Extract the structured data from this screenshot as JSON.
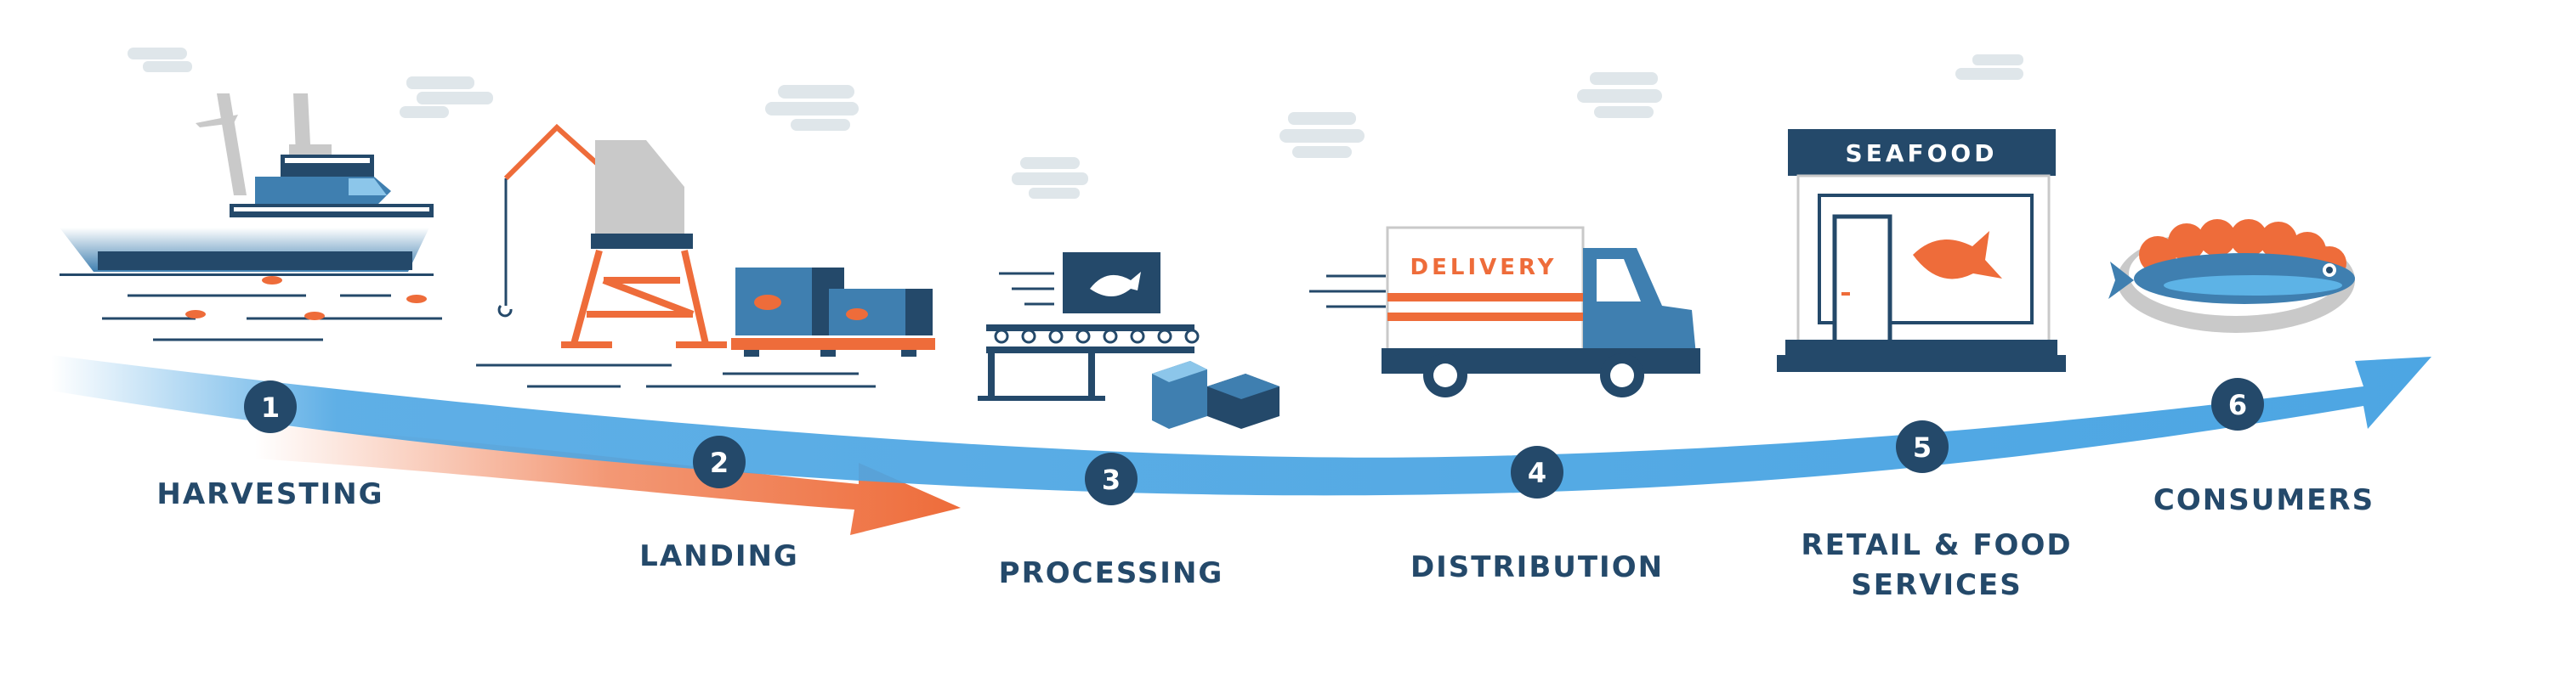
{
  "colors": {
    "navy": "#24496a",
    "blue": "#4da6e3",
    "orange": "#ee6c3a",
    "gray": "#c9c9c9",
    "cloud": "#dfe6ea"
  },
  "steps": [
    {
      "number": "1",
      "label": "HARVESTING",
      "icon": "fishing-boat-icon"
    },
    {
      "number": "2",
      "label": "LANDING",
      "icon": "dock-crane-icon"
    },
    {
      "number": "3",
      "label": "PROCESSING",
      "icon": "conveyor-icon"
    },
    {
      "number": "4",
      "label": "DISTRIBUTION",
      "icon": "delivery-truck-icon"
    },
    {
      "number": "5",
      "label_line1": "RETAIL & FOOD",
      "label_line2": "SERVICES",
      "icon": "storefront-icon"
    },
    {
      "number": "6",
      "label": "CONSUMERS",
      "icon": "fish-platter-icon"
    }
  ],
  "signs": {
    "store": "SEAFOOD",
    "truck": "DELIVERY"
  }
}
